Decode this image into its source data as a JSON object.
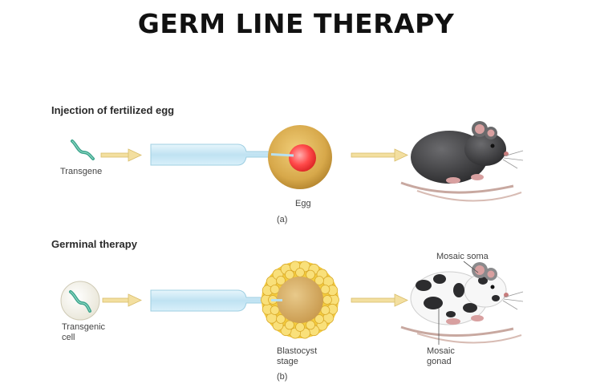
{
  "title": "GERM LINE THERAPY",
  "panel_a": {
    "heading": "Injection of fertilized egg",
    "transgene_label": "Transgene",
    "egg_label": "Egg",
    "caption": "(a)"
  },
  "panel_b": {
    "heading": "Germinal therapy",
    "cell_label_line1": "Transgenic",
    "cell_label_line2": "cell",
    "blastocyst_line1": "Blastocyst",
    "blastocyst_line2": "stage",
    "caption": "(b)",
    "mosaic_soma": "Mosaic soma",
    "mosaic_gonad_line1": "Mosaic",
    "mosaic_gonad_line2": "gonad"
  },
  "colors": {
    "arrow": "#f3dfa0",
    "pipette": "#cfeaf6",
    "egg_outer": "#d7a84a",
    "egg_nucleus": "#ff4a4a",
    "blastocyst_cells": "#f7d64c",
    "mouse_dark": "#3b3b3d"
  }
}
